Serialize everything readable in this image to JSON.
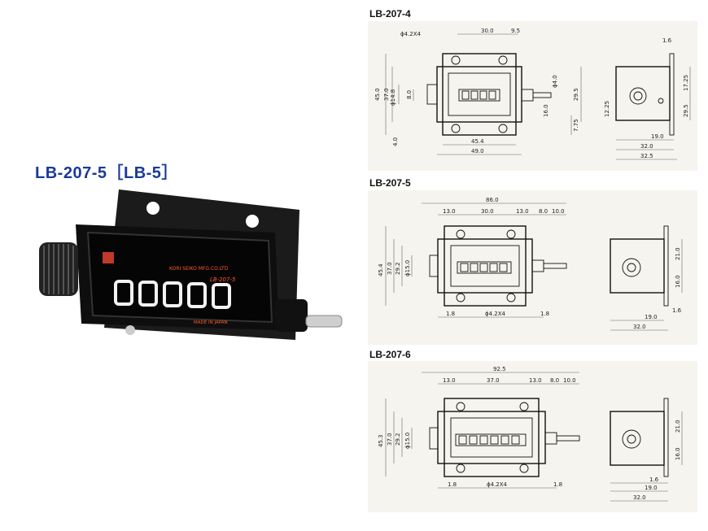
{
  "product": {
    "title": "LB-207-5［LB-5］",
    "face_maker": "KORI SEIKO MFG.CO.LTD",
    "face_model": "LB-207-5",
    "face_origin": "MADE IN JAPAN",
    "digits": "00000"
  },
  "drawings": [
    {
      "title": "LB-207-4",
      "dims": {
        "holes": "ϕ4.2X4",
        "top_a": "30.0",
        "top_b": "9.5",
        "left_45": "45.0",
        "left_37": "37.0",
        "left_148": "ϕ14.8",
        "left_80": "8.0",
        "left_40": "4.0",
        "shaft_40": "ϕ4.0",
        "shaft_160": "16.0",
        "right_295": "29.5",
        "right_775": "7.75",
        "bot_454": "45.4",
        "bot_490": "49.0",
        "side_16": "1.6",
        "side_1725": "17.25",
        "side_1225": "12.25",
        "side_295": "29.5",
        "side_190": "19.0",
        "side_320": "32.0",
        "side_325": "32.5"
      }
    },
    {
      "title": "LB-207-5",
      "dims": {
        "total": "86.0",
        "top_13": "13.0",
        "top_30": "30.0",
        "top_13b": "13.0",
        "top_80": "8.0",
        "top_100": "10.0",
        "left_454": "45.4",
        "left_37": "37.0",
        "left_292": "29.2",
        "left_150": "ϕ15.0",
        "bot_18a": "1.8",
        "holes": "ϕ4.2X4",
        "bot_18b": "1.8",
        "side_210": "21.0",
        "side_160": "16.0",
        "side_16": "1.6",
        "side_190": "19.0",
        "side_320": "32.0"
      }
    },
    {
      "title": "LB-207-6",
      "dims": {
        "total": "92.5",
        "top_13": "13.0",
        "top_37": "37.0",
        "top_13b": "13.0",
        "top_80": "8.0",
        "top_100": "10.0",
        "left_453": "45.3",
        "left_37": "37.0",
        "left_292": "29.2",
        "left_150": "ϕ15.0",
        "bot_18a": "1.8",
        "holes": "ϕ4.2X4",
        "bot_18b": "1.8",
        "side_210": "21.0",
        "side_160": "16.0",
        "side_16": "1.6",
        "side_190": "19.0",
        "side_320": "32.0"
      }
    }
  ]
}
